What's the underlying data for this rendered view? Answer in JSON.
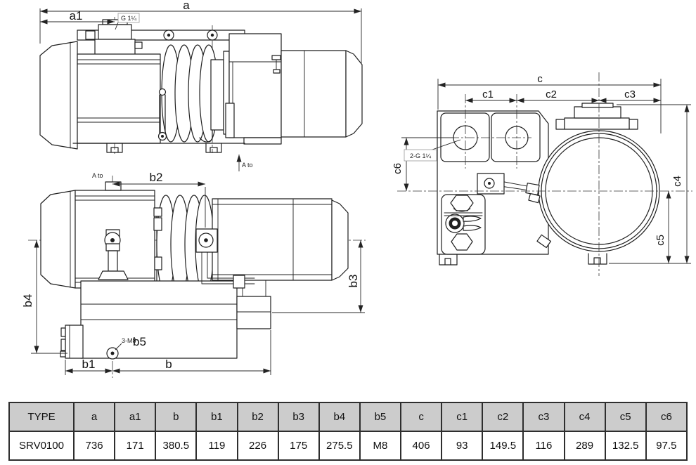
{
  "drawing": {
    "side_view_top": {
      "dim_a": "a",
      "dim_a1": "a1",
      "port_label": "G 1¼",
      "view_arrow_label": "A to"
    },
    "side_view_bottom": {
      "dim_b": "b",
      "dim_b1": "b1",
      "dim_b2": "b2",
      "dim_b3": "b3",
      "dim_b4": "b4",
      "dim_b5": "b5",
      "thread_label": "3-M8",
      "view_arrow_label": "A to"
    },
    "end_view": {
      "dim_c": "c",
      "dim_c1": "c1",
      "dim_c2": "c2",
      "dim_c3": "c3",
      "dim_c4": "c4",
      "dim_c5": "c5",
      "dim_c6": "c6",
      "ports_label": "2-G 1¼"
    }
  },
  "table": {
    "headers": [
      "TYPE",
      "a",
      "a1",
      "b",
      "b1",
      "b2",
      "b3",
      "b4",
      "b5",
      "c",
      "c1",
      "c2",
      "c3",
      "c4",
      "c5",
      "c6"
    ],
    "rows": [
      [
        "SRV0100",
        "736",
        "171",
        "380.5",
        "119",
        "226",
        "175",
        "275.5",
        "M8",
        "406",
        "93",
        "149.5",
        "116",
        "289",
        "132.5",
        "97.5"
      ]
    ]
  },
  "colors": {
    "line": "#1f1f1f",
    "table_header_bg": "#cccccc",
    "table_border": "#2e2e2e"
  }
}
